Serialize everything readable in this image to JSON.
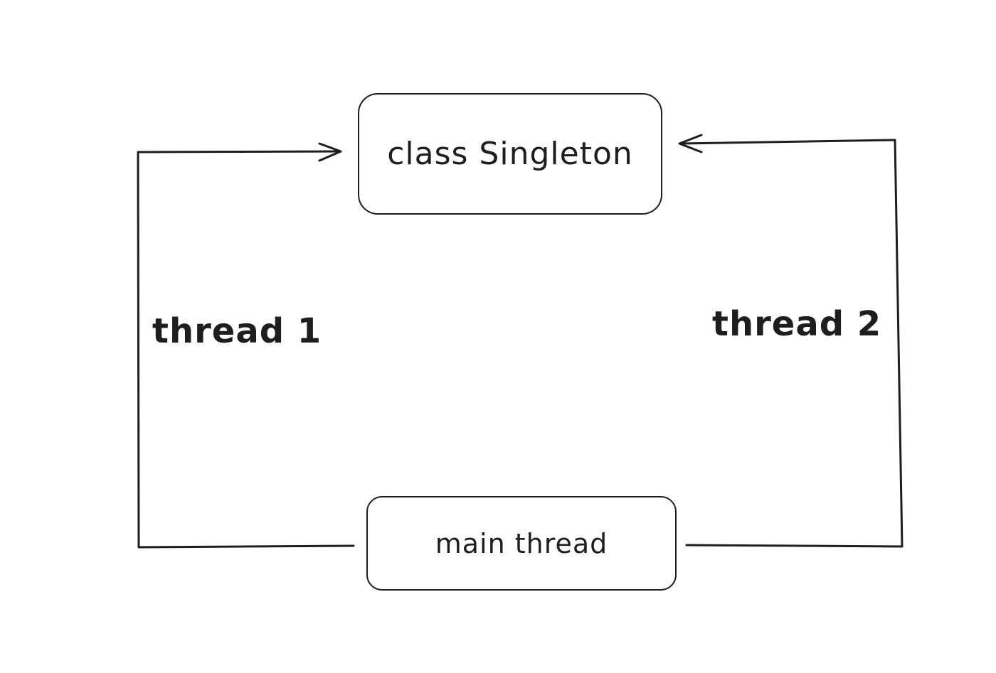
{
  "diagram": {
    "nodes": {
      "singleton": {
        "label": "class Singleton"
      },
      "main": {
        "label": "main thread"
      }
    },
    "edges": [
      {
        "id": "thread1",
        "from": "main",
        "to": "singleton",
        "label": "thread 1"
      },
      {
        "id": "thread2",
        "from": "main",
        "to": "singleton",
        "label": "thread 2"
      }
    ],
    "colors": {
      "stroke": "#1e1e1e",
      "background": "#ffffff"
    }
  }
}
